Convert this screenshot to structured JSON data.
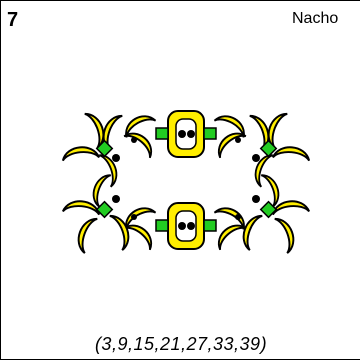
{
  "card": {
    "number": "7",
    "name": "Nacho",
    "sequence": "(3,9,15,21,27,33,39)"
  },
  "colors": {
    "banana": "#ffee00",
    "joint": "#22cc22",
    "outline": "#000000"
  },
  "icons": [
    "banana-link-icon",
    "joint-node-icon",
    "ball-socket-icon"
  ]
}
